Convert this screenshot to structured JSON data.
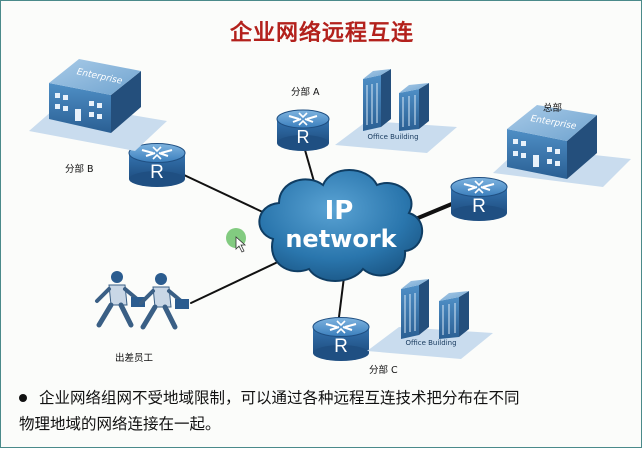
{
  "slide": {
    "title": "企业网络远程互连",
    "cloud": {
      "line1": "IP",
      "line2": "network"
    },
    "router_letter": "R",
    "labels": {
      "branch_a": "分部 A",
      "branch_b": "分部 B",
      "branch_c": "分部 C",
      "headquarters": "总部",
      "traveling_staff": "出差员工"
    },
    "building_signs": {
      "enterprise": "Enterprise",
      "office": "Office Building"
    },
    "bullet": {
      "line1": "企业网络组网不受地域限制，可以通过各种远程互连技术把分布在不同",
      "line2": "物理地域的网络连接在一起。"
    }
  },
  "colors": {
    "title": "#b3211c",
    "cloud": "#1f6a9a",
    "router": "#3b7fbd",
    "building": "#2f6fa8",
    "link": "#111111"
  },
  "icons": [
    "router-icon",
    "cloud-icon",
    "enterprise-building-icon",
    "office-building-icon",
    "walking-person-icon",
    "cursor-icon"
  ]
}
